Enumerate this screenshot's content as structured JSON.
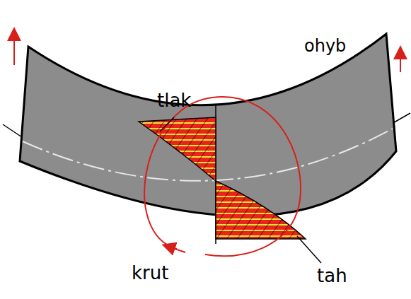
{
  "diagram": {
    "labels": [
      "tlak",
      "ohyb",
      "krut",
      "tah"
    ]
  }
}
